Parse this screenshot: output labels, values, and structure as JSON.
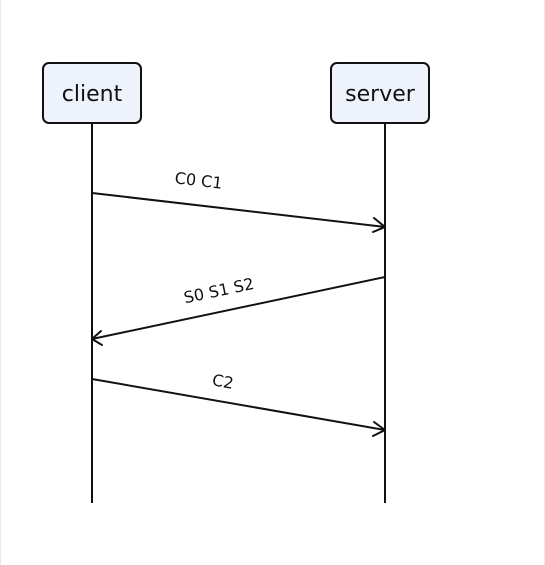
{
  "participants": [
    {
      "id": "client",
      "label": "client"
    },
    {
      "id": "server",
      "label": "server"
    }
  ],
  "messages": [
    {
      "from": "client",
      "to": "server",
      "label": "C0 C1"
    },
    {
      "from": "server",
      "to": "client",
      "label": "S0 S1 S2"
    },
    {
      "from": "client",
      "to": "server",
      "label": "C2"
    }
  ],
  "colors": {
    "actor_fill": "#eef3fb",
    "stroke": "#111111"
  }
}
